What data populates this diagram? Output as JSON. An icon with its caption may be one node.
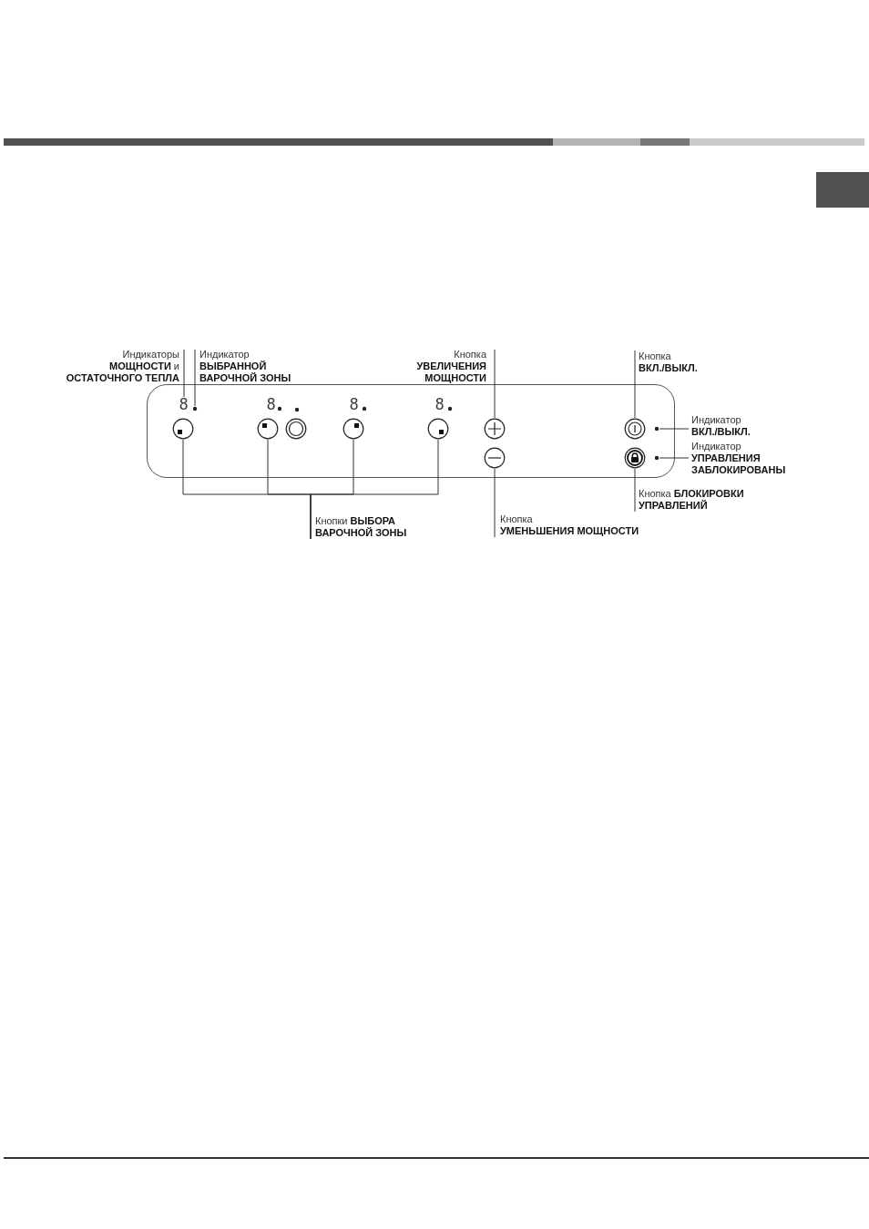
{
  "diagram": {
    "nodes": [
      {
        "text": [
          "Индикаторы **МОЩНОСТИ** и **ОСТАТОЧНОГО ТЕПЛА**"
        ]
      },
      {
        "text": [
          "Индикатор **ВЫБРАННОЙ ВАРОЧНОЙ ЗОНЫ**"
        ]
      },
      {
        "text": [
          "Кнопка **УВЕЛИЧЕНИЯ МОЩНОСТИ**"
        ]
      },
      {
        "text": [
          "Кнопка **ВКЛ./ВЫКЛ.**"
        ]
      },
      {
        "text": [],
        "shape": "box"
      },
      {
        "text": [
          "8"
        ],
        "in": 4
      },
      {
        "text": [],
        "shape": "circle",
        "in": 4
      },
      {
        "text": [
          "Индикатор **ВКЛ./ВЫКЛ.**"
        ]
      },
      {
        "text": [],
        "shape": "circle",
        "in": 4
      },
      {
        "text": [],
        "shape": "circle",
        "in": 4
      },
      {
        "text": [],
        "shape": "circle",
        "in": 4
      },
      {
        "text": [],
        "shape": "circle",
        "in": 4
      },
      {
        "text": [],
        "shape": "circle",
        "in": 4
      },
      {
        "text": [],
        "shape": "circle",
        "in": 4
      },
      {
        "text": [],
        "shape": "circle",
        "in": 4
      },
      {
        "text": [
          "Индикатор **УПРАВЛЕНИЯ ЗАБЛОКИРОВАНЫ**"
        ]
      },
      {
        "text": [],
        "shape": "circle",
        "in": 4
      },
      {
        "text": [],
        "shape": "circle",
        "in": 4
      },
      {
        "text": [],
        "shape": "circle",
        "in": 4
      },
      {
        "text": [
          "Кнопка **БЛОКИРОВКИ УПРАВЛЕНИЙ**"
        ]
      },
      {
        "text": [
          "Кнопки **ВЫБОРА ВАРОЧНОЙ ЗОНЫ**"
        ]
      },
      {
        "text": [
          "Кнопка **УМЕНЬШЕНИЯ МОЩНОСТИ**"
        ]
      }
    ],
    "edges": [
      {
        "from": 0,
        "to": 5,
        "arrow": "none"
      },
      {
        "from": 1,
        "to": 6,
        "arrow": "none"
      },
      {
        "from": 2,
        "to": 12,
        "arrow": "none"
      },
      {
        "from": 3,
        "to": 13,
        "arrow": "none"
      },
      {
        "from": 7,
        "to": 14,
        "arrow": "none"
      },
      {
        "from": 15,
        "to": 18,
        "arrow": "none"
      },
      {
        "from": 19,
        "to": 17,
        "arrow": "none"
      },
      {
        "from": 21,
        "to": 16,
        "arrow": "none"
      },
      {
        "from": 20,
        "to": 8,
        "arrow": "none"
      },
      {
        "from": 20,
        "to": 9,
        "arrow": "none"
      },
      {
        "from": 20,
        "to": 10,
        "arrow": "none"
      },
      {
        "from": 20,
        "to": 11,
        "arrow": "none"
      }
    ],
    "labels": [
      "8",
      "8",
      "8"
    ]
  }
}
